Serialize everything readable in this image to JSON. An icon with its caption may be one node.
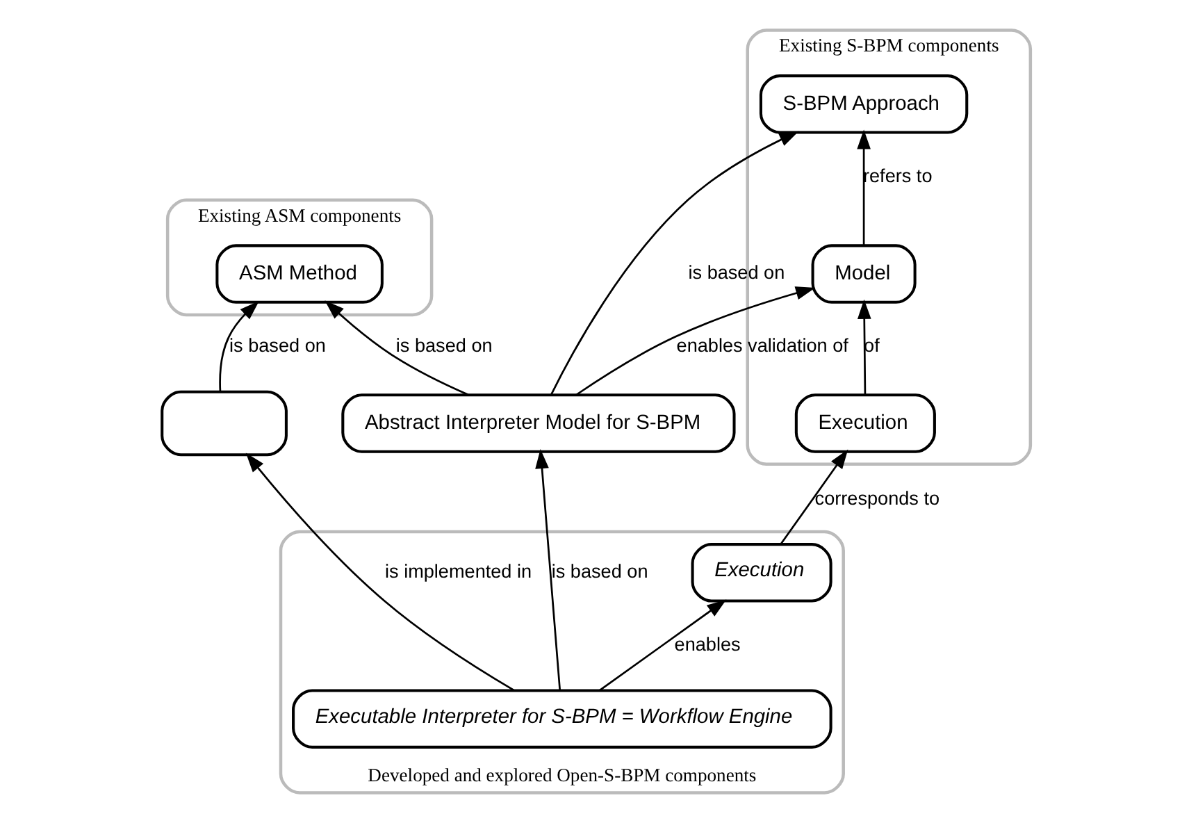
{
  "diagram": {
    "nodes": [
      {
        "text": [
          "Existing ASM components"
        ]
      },
      {
        "text": [
          "ASM Method"
        ],
        "in": 0
      },
      {
        "text": [
          "Existing S-BPM components"
        ]
      },
      {
        "text": [
          "S-BPM Approach"
        ],
        "in": 2
      },
      {
        "text": [
          "Model"
        ],
        "in": 2
      },
      {
        "text": [
          "Execution"
        ],
        "in": 2
      },
      {
        "text": [
          "Abstract Interpreter Model for S-BPM"
        ]
      },
      {
        "text": [],
        "shape": "box"
      },
      {
        "text": [
          "Developed and explored Open-S-BPM components"
        ]
      },
      {
        "text": [
          "Executable Interpreter for S-BPM = Workflow Engine"
        ],
        "in": 8
      },
      {
        "text": [
          "Execution"
        ],
        "in": 8
      }
    ],
    "edges": [
      {
        "from": 7,
        "to": 1,
        "label": "is based on",
        "arrow": "to"
      },
      {
        "from": 6,
        "to": 1,
        "label": "is based on",
        "arrow": "to"
      },
      {
        "from": 6,
        "to": 3,
        "label": "is based on",
        "arrow": "to"
      },
      {
        "from": 6,
        "to": 4,
        "label": "enables validation of",
        "arrow": "to"
      },
      {
        "from": 4,
        "to": 3,
        "label": "refers to",
        "arrow": "to"
      },
      {
        "from": 5,
        "to": 4,
        "label": "of",
        "arrow": "to"
      },
      {
        "from": 9,
        "to": 6,
        "label": "is based on",
        "arrow": "to"
      },
      {
        "from": 9,
        "to": 7,
        "label": "is implemented in",
        "arrow": "to"
      },
      {
        "from": 9,
        "to": 10,
        "label": "enables",
        "arrow": "to"
      },
      {
        "from": 10,
        "to": 5,
        "label": "corresponds to",
        "arrow": "to"
      }
    ]
  }
}
